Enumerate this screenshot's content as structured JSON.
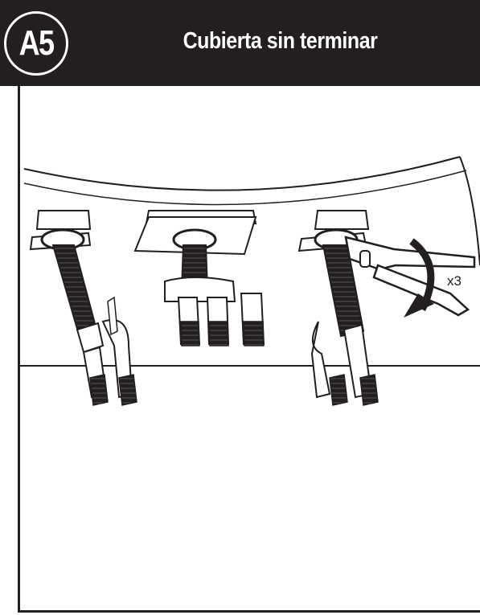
{
  "header": {
    "step_badge": "A5",
    "title": "Cubierta sin terminar"
  },
  "illustration": {
    "repeat_count": "x3",
    "colors": {
      "header_bg": "#231f20",
      "line": "#231f20",
      "background": "#ffffff"
    }
  }
}
